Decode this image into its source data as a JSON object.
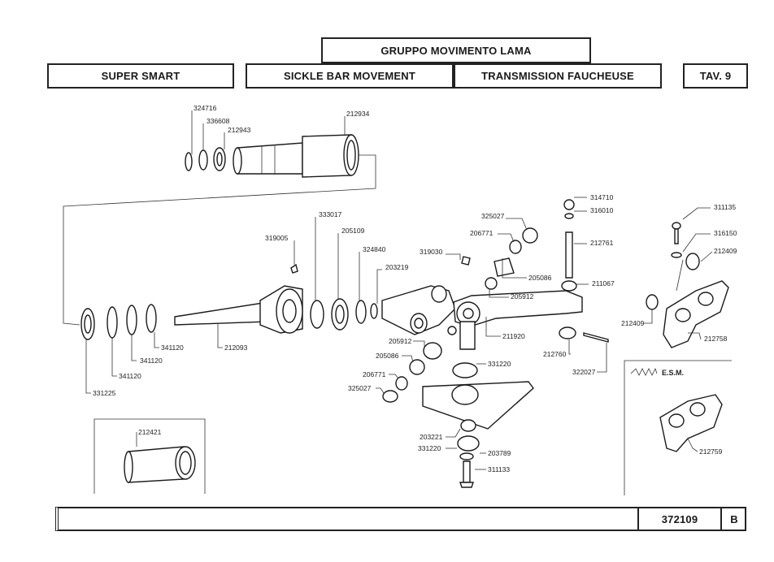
{
  "header": {
    "title": "GRUPPO MOVIMENTO LAMA",
    "model": "SUPER SMART",
    "english": "SICKLE BAR MOVEMENT",
    "french": "TRANSMISSION FAUCHEUSE",
    "table": "TAV. 9"
  },
  "footer": {
    "code": "372109",
    "revision": "B"
  },
  "inset_label": "E.S.M.",
  "parts": {
    "p324716": "324716",
    "p336608": "336608",
    "p212943": "212943",
    "p212934": "212934",
    "p333017": "333017",
    "p319005": "319005",
    "p205109": "205109",
    "p324840": "324840",
    "p203219": "203219",
    "p319030": "319030",
    "p325027a": "325027",
    "p206771a": "206771",
    "p205086a": "205086",
    "p205912a": "205912",
    "p314710": "314710",
    "p316010": "316010",
    "p212761": "212761",
    "p211067": "211067",
    "p311135": "311135",
    "p316150": "316150",
    "p212409a": "212409",
    "p212409b": "212409",
    "p212758": "212758",
    "p331225": "331225",
    "p341120a": "341120",
    "p341120b": "341120",
    "p341120c": "341120",
    "p212093": "212093",
    "p211920": "211920",
    "p205912b": "205912",
    "p205086b": "205086",
    "p206771b": "206771",
    "p325027b": "325027",
    "p331220a": "331220",
    "p212760": "212760",
    "p322027": "322027",
    "p203221": "203221",
    "p331220b": "331220",
    "p203789": "203789",
    "p311133": "311133",
    "p212421": "212421",
    "p212759": "212759"
  }
}
